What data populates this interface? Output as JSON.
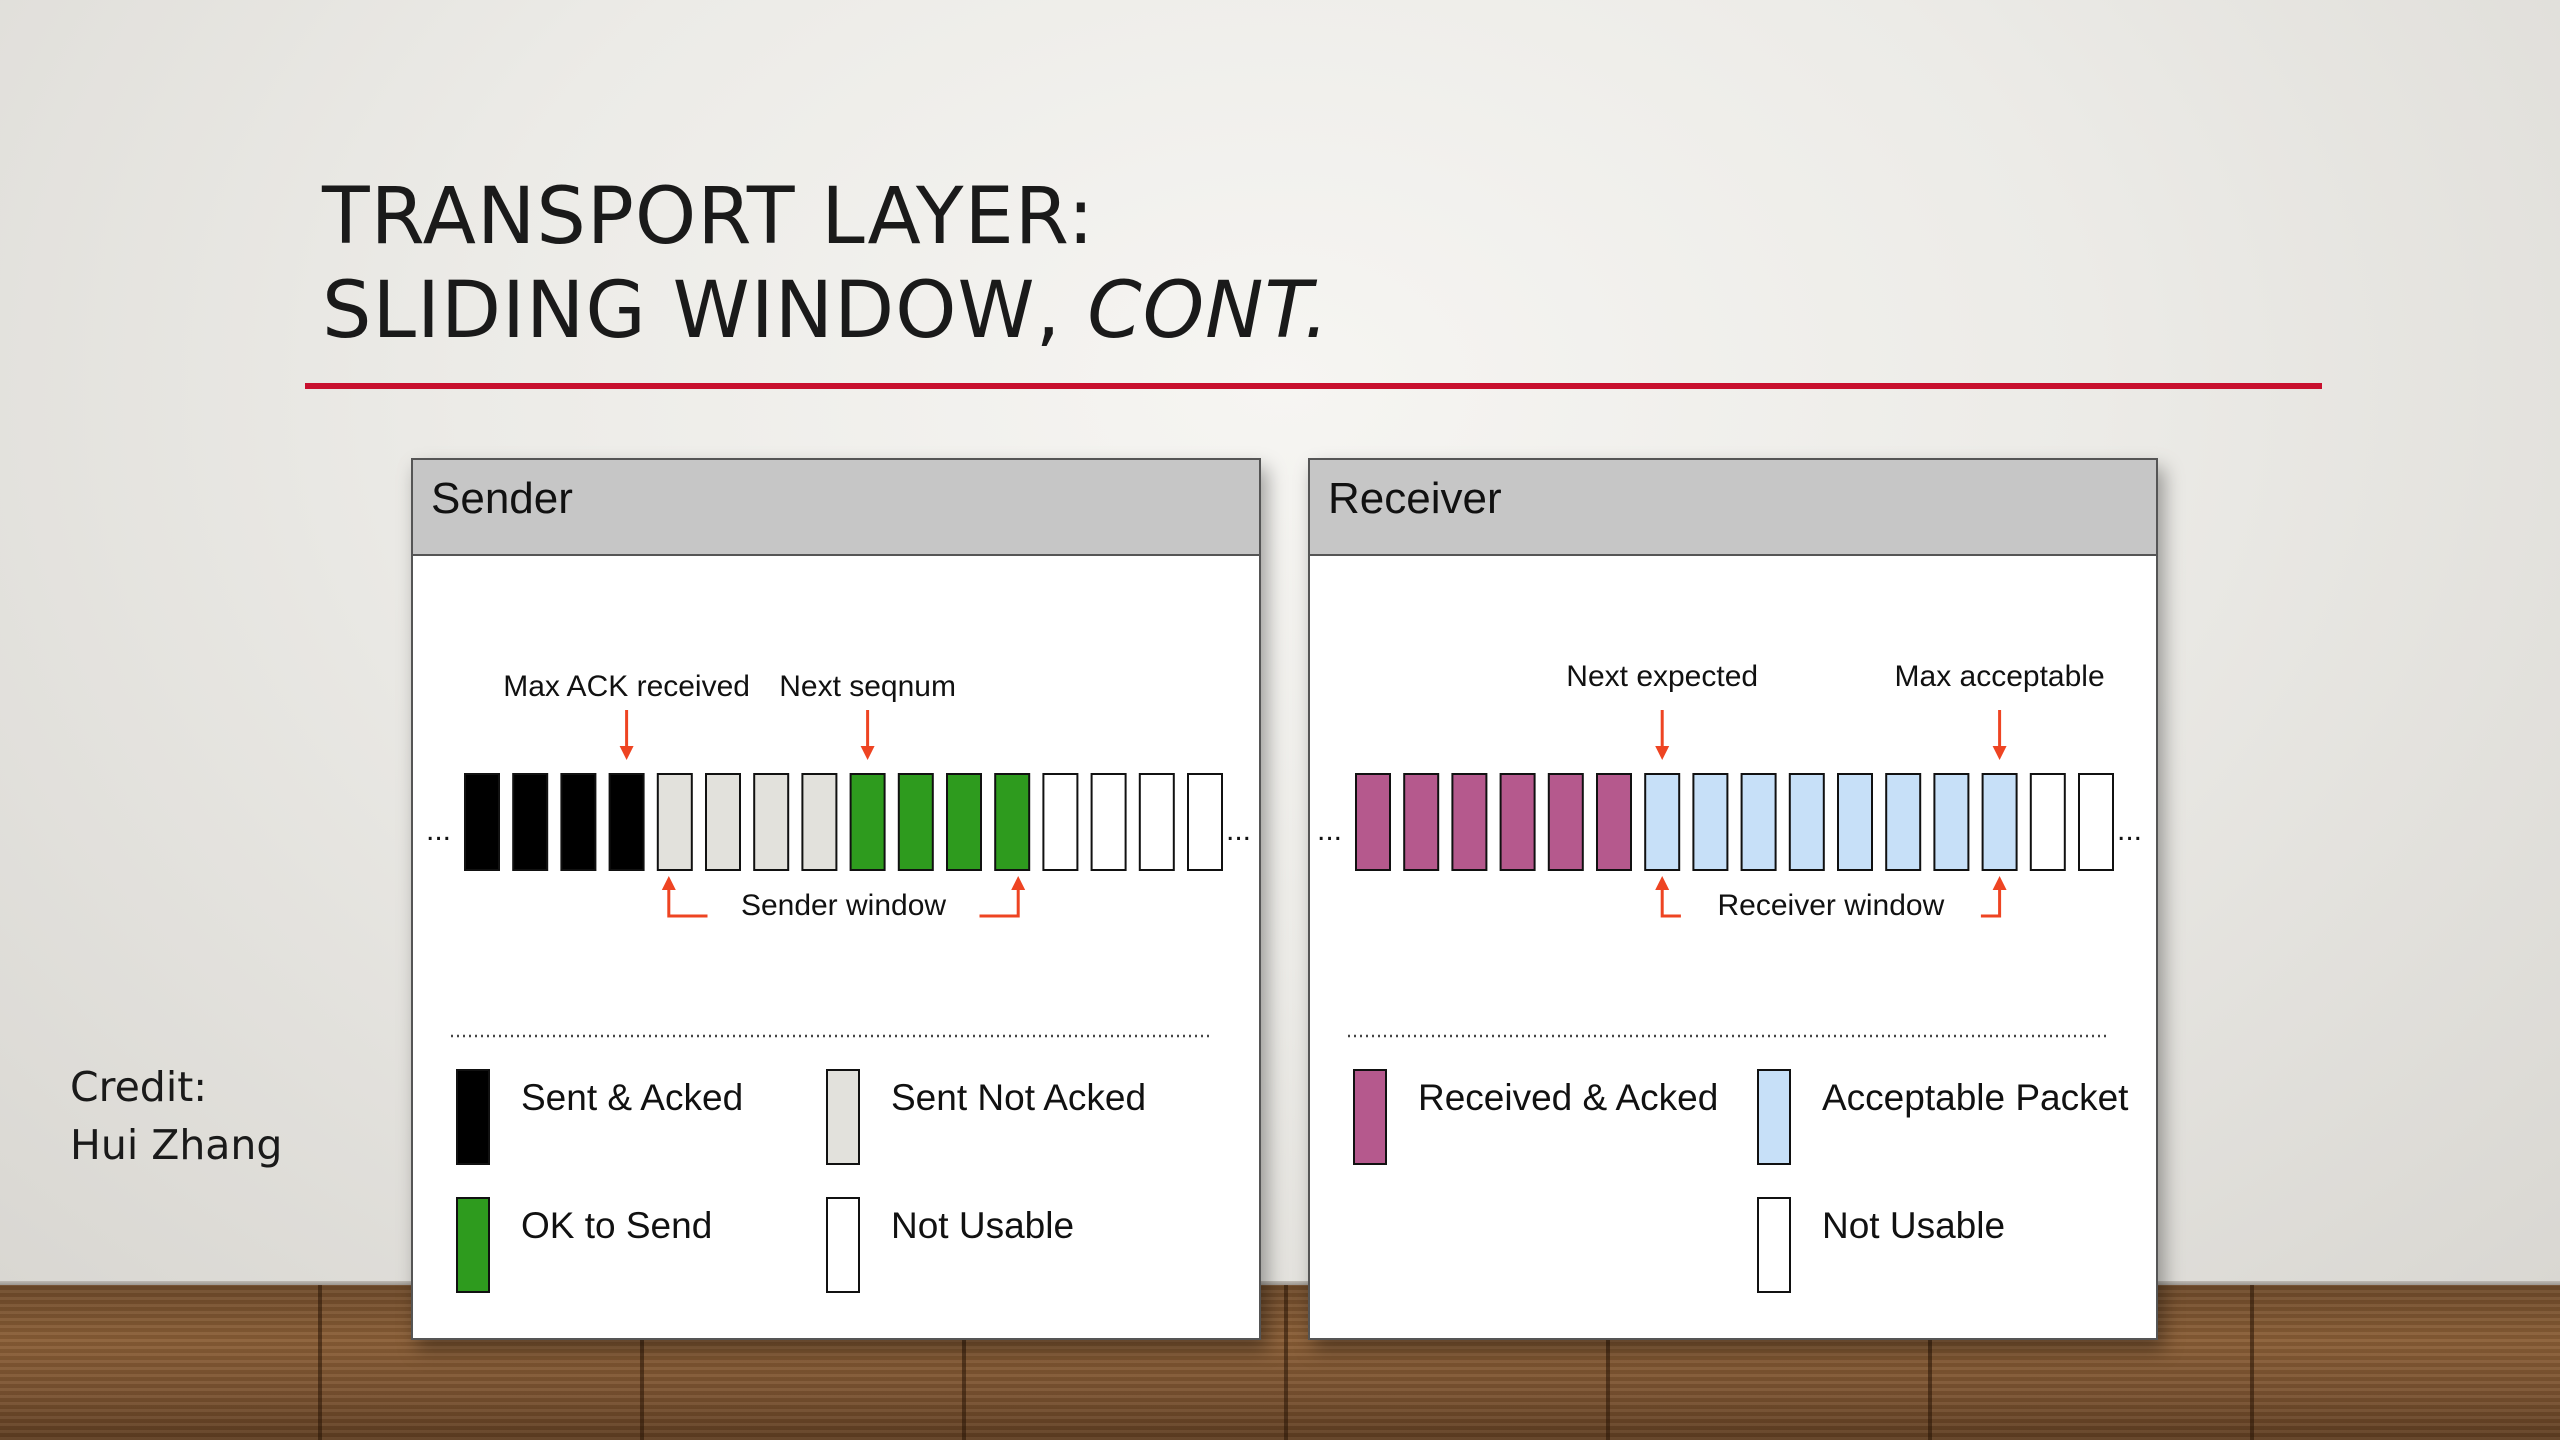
{
  "slide": {
    "title_line1": "TRANSPORT LAYER:",
    "title_line2_main": "SLIDING WINDOW, ",
    "title_line2_italic": "CONT.",
    "credit_label": "Credit:",
    "credit_name": "Hui Zhang"
  },
  "colors": {
    "accent_rule": "#c8102e",
    "arrow": "#ee4422",
    "sent_acked": "#000000",
    "sent_not_acked": "#e2e1dc",
    "ok_to_send": "#2e9b1e",
    "not_usable": "#ffffff",
    "received_acked": "#b5598d",
    "acceptable": "#c7e0f8"
  },
  "sender": {
    "header": "Sender",
    "ellipsis": "...",
    "window_label": "Sender window",
    "pointers": [
      {
        "label": "Max ACK received",
        "index": 3
      },
      {
        "label": "Next seqnum",
        "index": 8
      }
    ],
    "window_range": [
      4,
      11
    ],
    "packets": [
      "sent_acked",
      "sent_acked",
      "sent_acked",
      "sent_acked",
      "sent_not_acked",
      "sent_not_acked",
      "sent_not_acked",
      "sent_not_acked",
      "ok_to_send",
      "ok_to_send",
      "ok_to_send",
      "ok_to_send",
      "not_usable",
      "not_usable",
      "not_usable",
      "not_usable"
    ],
    "legend": [
      {
        "key": "sent_acked",
        "label": "Sent & Acked"
      },
      {
        "key": "sent_not_acked",
        "label": "Sent Not Acked"
      },
      {
        "key": "ok_to_send",
        "label": "OK to Send"
      },
      {
        "key": "not_usable",
        "label": "Not Usable"
      }
    ]
  },
  "receiver": {
    "header": "Receiver",
    "ellipsis": "...",
    "window_label": "Receiver window",
    "pointers": [
      {
        "label": "Next expected",
        "index": 6
      },
      {
        "label": "Max acceptable",
        "index": 13
      }
    ],
    "window_range": [
      6,
      13
    ],
    "packets": [
      "received_acked",
      "received_acked",
      "received_acked",
      "received_acked",
      "received_acked",
      "received_acked",
      "acceptable",
      "acceptable",
      "acceptable",
      "acceptable",
      "acceptable",
      "acceptable",
      "acceptable",
      "acceptable",
      "not_usable",
      "not_usable"
    ],
    "legend": [
      {
        "key": "received_acked",
        "label": "Received & Acked"
      },
      {
        "key": "acceptable",
        "label": "Acceptable Packet"
      },
      {
        "key": "not_usable",
        "label": "Not Usable"
      }
    ]
  }
}
